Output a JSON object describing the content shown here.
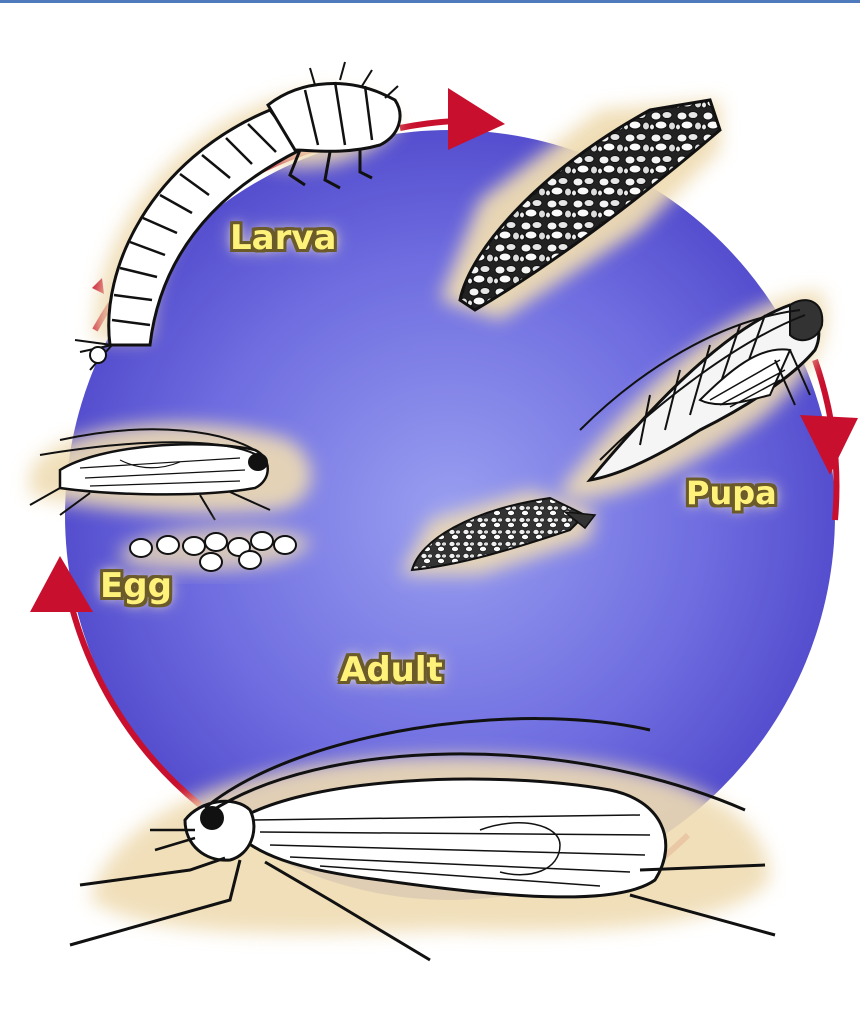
{
  "stages": {
    "larva": "Larva",
    "pupa": "Pupa",
    "egg": "Egg",
    "adult": "Adult"
  },
  "colors": {
    "circle_inner": "#8f93ee",
    "circle_outer": "#4d45c9",
    "cycle_arrow": "#c8102e",
    "label_fill": "#fff27a",
    "label_outline": "#6b5a2a",
    "glow": "#efdcb2",
    "top_rule": "#4f7bbd"
  },
  "icons": [
    "larva-illustration",
    "larval-case-illustration",
    "pupa-illustration",
    "egg-cluster-illustration",
    "adult-caddisfly-illustration"
  ]
}
